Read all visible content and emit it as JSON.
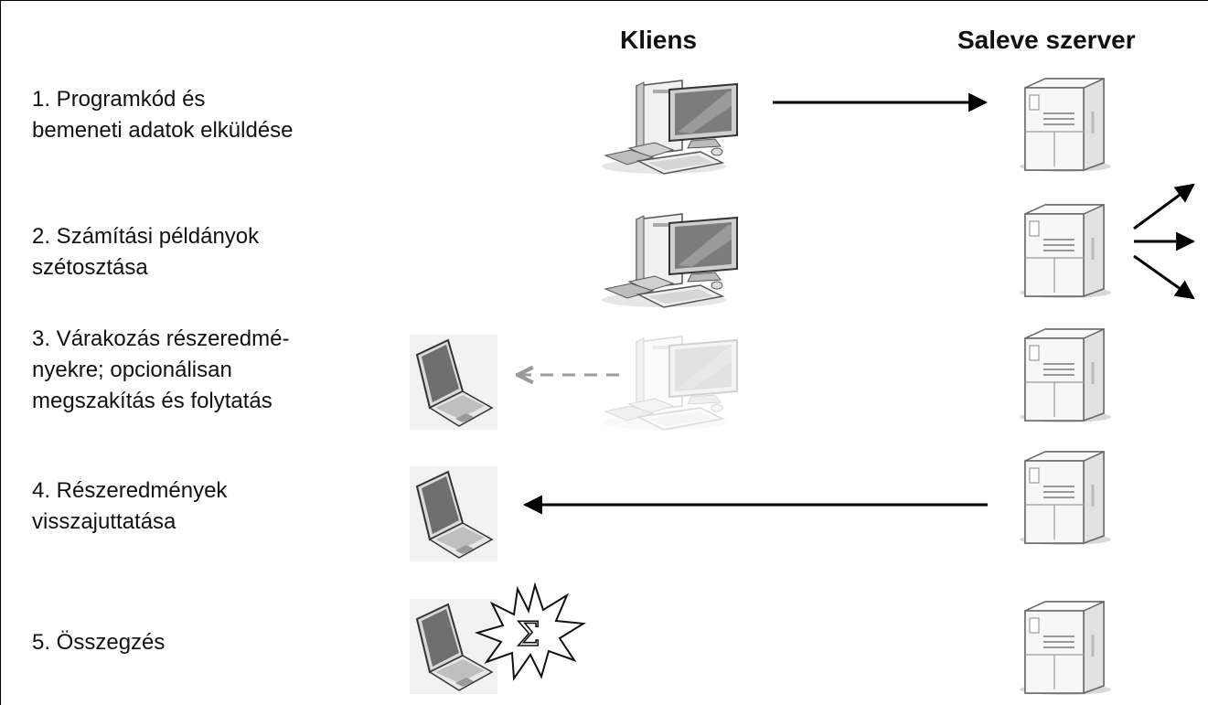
{
  "headers": {
    "client": "Kliens",
    "server": "Saleve szerver"
  },
  "steps": [
    {
      "lines": [
        "1. Programkód és",
        "bemeneti adatok elküldése"
      ]
    },
    {
      "lines": [
        "2. Számítási példányok",
        "szétosztása"
      ]
    },
    {
      "lines": [
        "3. Várakozás részeredmé-",
        "nyekre; opcionálisan",
        "megszakítás és folytatás"
      ]
    },
    {
      "lines": [
        "4. Részeredmények",
        "visszajuttatása"
      ]
    },
    {
      "lines": [
        "5. Összegzés"
      ]
    }
  ],
  "icons": {
    "desktop": "desktop-computer-icon",
    "laptop": "laptop-icon",
    "server": "server-tower-icon",
    "explosion": "sum-explosion-icon",
    "sum_symbol": "Σ"
  },
  "colors": {
    "text": "#111111",
    "arrow": "#000000",
    "dashed_arrow": "#9a9a9a",
    "faded_icon": "#d8d8d8",
    "panel_bg": "#f2f2f2"
  }
}
